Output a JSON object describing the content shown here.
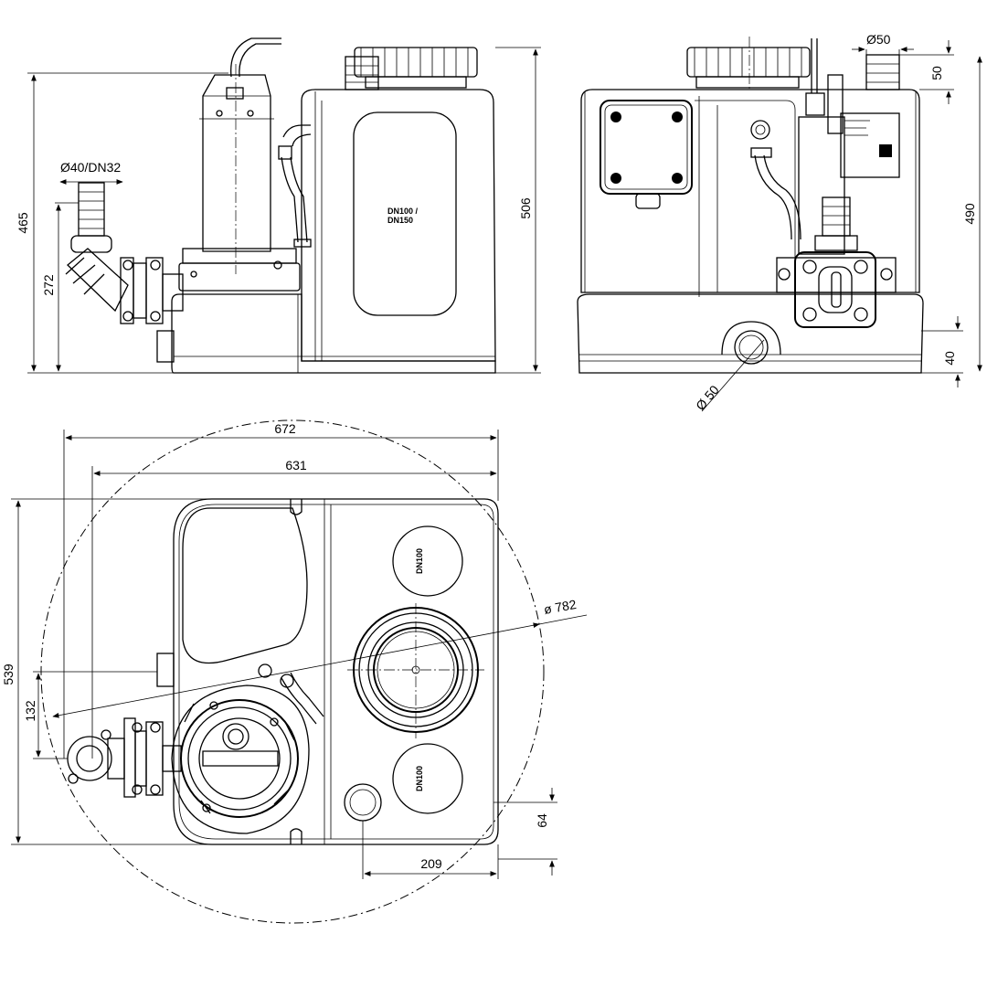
{
  "drawing": {
    "side_view": {
      "inlet_label": "Ø40/DN32",
      "tank_label_line1": "DN100 /",
      "tank_label_line2": "DN150",
      "dim_total_height": "465",
      "dim_outlet_height": "272",
      "dim_tank_height": "506"
    },
    "front_view": {
      "top_pipe_diameter": "Ø50",
      "dim_top_pipe": "50",
      "dim_total_height": "490",
      "dim_bottom": "40",
      "bottom_port_diameter": "Ø 50"
    },
    "plan_view": {
      "dim_overall_width": "672",
      "dim_body_width": "631",
      "dim_depth": "539",
      "dim_outlet_offset": "132",
      "swept_circle_diameter": "ø 782",
      "port_label_top": "DN100",
      "port_label_bottom": "DN100",
      "dim_corner_port_y": "64",
      "dim_corner_port_x": "209"
    }
  }
}
